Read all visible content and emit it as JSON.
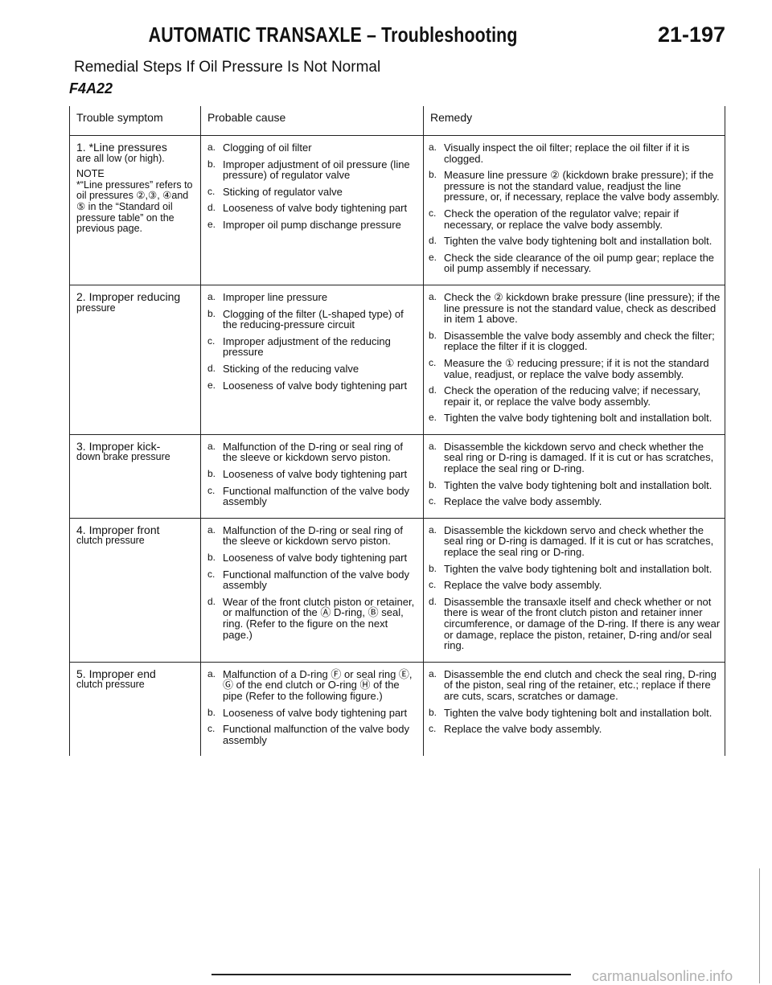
{
  "header": {
    "title": "AUTOMATIC TRANSAXLE – Troubleshooting",
    "page_number": "21-197"
  },
  "section_title": "Remedial Steps If Oil Pressure Is Not Normal",
  "model_code": "F4A22",
  "table": {
    "columns": [
      "Trouble symptom",
      "Probable cause",
      "Remedy"
    ],
    "rows": [
      {
        "symptom": "1. *Line pressures",
        "symptom_detail": "are all low (or high).",
        "note_label": "NOTE",
        "note_text": "*“Line pressures” refers to oil pressures ②,③, ④and ⑤ in the “Standard oil pressure table” on the previous page.",
        "causes": [
          {
            "letter": "a.",
            "text": "Clogging of oil filter"
          },
          {
            "letter": "b.",
            "text": "Improper adjustment of oil pressure (line pressure) of regulator valve"
          },
          {
            "letter": "c.",
            "text": "Sticking of regulator valve"
          },
          {
            "letter": "d.",
            "text": "Looseness of valve body tightening part"
          },
          {
            "letter": "e.",
            "text": "Improper oil pump dischange pressure"
          }
        ],
        "remedies": [
          {
            "letter": "a.",
            "text": "Visually inspect the oil filter; replace the oil filter if it is clogged."
          },
          {
            "letter": "b.",
            "text": "Measure line pressure ② (kickdown brake pressure); if the pressure is not the standard value, readjust the line pressure, or, if necessary, replace the valve body assembly."
          },
          {
            "letter": "c.",
            "text": "Check the operation of the regulator valve; repair if necessary, or replace the valve body assembly."
          },
          {
            "letter": "d.",
            "text": "Tighten the valve body tightening bolt and installation bolt."
          },
          {
            "letter": "e.",
            "text": "Check the side clearance of the oil pump gear; replace the oil pump assembly if necessary."
          }
        ]
      },
      {
        "symptom": "2. Improper reducing",
        "symptom_detail": "pressure",
        "causes": [
          {
            "letter": "a.",
            "text": "Improper line pressure"
          },
          {
            "letter": "b.",
            "text": "Clogging of the filter (L-shaped type) of the reducing-pressure circuit"
          },
          {
            "letter": "c.",
            "text": "Improper adjustment of the reducing pressure"
          },
          {
            "letter": "d.",
            "text": "Sticking of the reducing valve"
          },
          {
            "letter": "e.",
            "text": "Looseness of valve body tightening part"
          }
        ],
        "remedies": [
          {
            "letter": "a.",
            "text": "Check the ② kickdown brake pressure (line pressure); if the line pressure is not the standard value, check as described in item 1 above."
          },
          {
            "letter": "b.",
            "text": "Disassemble the valve body assembly and check the filter; replace the filter if it is clogged."
          },
          {
            "letter": "c.",
            "text": "Measure the ① reducing pressure; if it is not the standard value, readjust, or replace the valve body assembly."
          },
          {
            "letter": "d.",
            "text": "Check the operation of the reducing valve; if necessary, repair it, or replace the valve body assembly."
          },
          {
            "letter": "e.",
            "text": "Tighten the valve body tightening bolt and installation bolt."
          }
        ]
      },
      {
        "symptom": "3. Improper kick-",
        "symptom_detail": "down brake pressure",
        "causes": [
          {
            "letter": "a.",
            "text": "Malfunction of the D-ring or seal ring of the sleeve or kickdown servo piston."
          },
          {
            "letter": "b.",
            "text": "Looseness of valve body tightening part"
          },
          {
            "letter": "c.",
            "text": "Functional malfunction of the valve body assembly"
          }
        ],
        "remedies": [
          {
            "letter": "a.",
            "text": "Disassemble the kickdown servo and check whether the seal ring or D-ring is damaged. If it is cut or has scratches, replace the seal ring or D-ring."
          },
          {
            "letter": "b.",
            "text": "Tighten the valve body tightening bolt and installation bolt."
          },
          {
            "letter": "c.",
            "text": "Replace the valve body assembly."
          }
        ]
      },
      {
        "symptom": "4. Improper front",
        "symptom_detail": "clutch pressure",
        "causes": [
          {
            "letter": "a.",
            "text": "Malfunction of the D-ring or seal ring of the sleeve or kickdown servo piston."
          },
          {
            "letter": "b.",
            "text": "Looseness of valve body tightening part"
          },
          {
            "letter": "c.",
            "text": "Functional malfunction of the valve body assembly"
          },
          {
            "letter": "d.",
            "text": "Wear of the front clutch piston or retainer, or malfunction of the Ⓐ D-ring, Ⓑ seal, ring. (Refer to the figure on the next page.)"
          }
        ],
        "remedies": [
          {
            "letter": "a.",
            "text": "Disassemble the kickdown servo and check whether the seal ring or D-ring is damaged. If it is cut or has scratches, replace the seal ring or D-ring."
          },
          {
            "letter": "b.",
            "text": "Tighten the valve body tightening bolt and installation bolt."
          },
          {
            "letter": "c.",
            "text": "Replace the valve body assembly."
          },
          {
            "letter": "d.",
            "text": "Disassemble the transaxle itself and check whether or not there is wear of the front clutch piston and retainer inner circumference, or damage of the D-ring. If there is any wear or damage, replace the piston, retainer, D-ring and/or seal ring."
          }
        ]
      },
      {
        "symptom": "5. Improper end",
        "symptom_detail": "clutch pressure",
        "causes": [
          {
            "letter": "a.",
            "text": "Malfunction of a D-ring Ⓕ or seal ring Ⓔ, Ⓖ of the end clutch or O-ring Ⓗ of the pipe (Refer to the following figure.)"
          },
          {
            "letter": "b.",
            "text": "Looseness of valve body tightening part"
          },
          {
            "letter": "c.",
            "text": "Functional malfunction of the valve body assembly"
          }
        ],
        "remedies": [
          {
            "letter": "a.",
            "text": "Disassemble the end clutch and check the seal ring, D-ring of the piston, seal ring of the retainer, etc.; replace if there are cuts, scars, scratches or damage."
          },
          {
            "letter": "b.",
            "text": "Tighten the valve body tightening bolt and installation bolt."
          },
          {
            "letter": "c.",
            "text": "Replace the valve body assembly."
          }
        ]
      }
    ]
  },
  "footer_watermark": "carmanualsonline.info"
}
